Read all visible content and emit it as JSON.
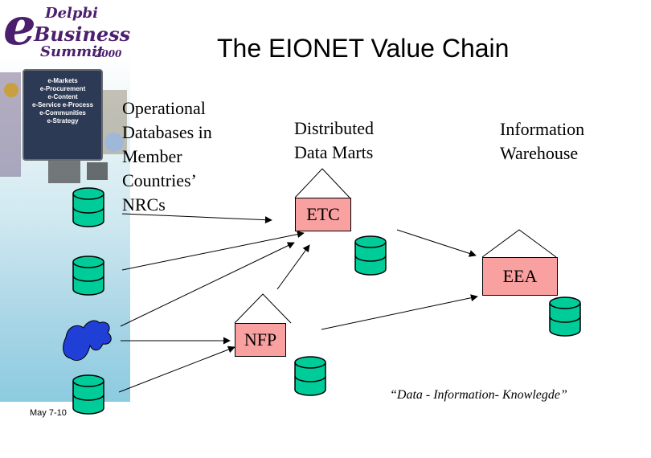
{
  "slide": {
    "title": "The EIONET Value Chain",
    "logo": {
      "letter": "e",
      "line1": "Delpbi",
      "line2": "Business",
      "line3": "Summit",
      "year": "2000"
    },
    "promo_items": [
      "e-Markets",
      "e-Procurement",
      "e-Content",
      "e-Service  e-Process",
      "e-Communities",
      "e-Strategy"
    ],
    "footer": "May 7-10",
    "quote": "“Data - Information- Knowlegde”"
  },
  "labels": {
    "operational": [
      "Operational",
      "Databases in",
      "Member",
      "Countries’",
      "NRCs"
    ],
    "distributed": [
      "Distributed",
      "Data Marts"
    ],
    "information": [
      "Information",
      "Warehouse"
    ]
  },
  "nodes": {
    "etc": "ETC",
    "eea": "EEA",
    "nfp": "NFP"
  },
  "colors": {
    "database": "#00cc99",
    "node_box": "#f9a0a0",
    "blob": "#1f3fd6",
    "logo": "#4b1f6e"
  }
}
